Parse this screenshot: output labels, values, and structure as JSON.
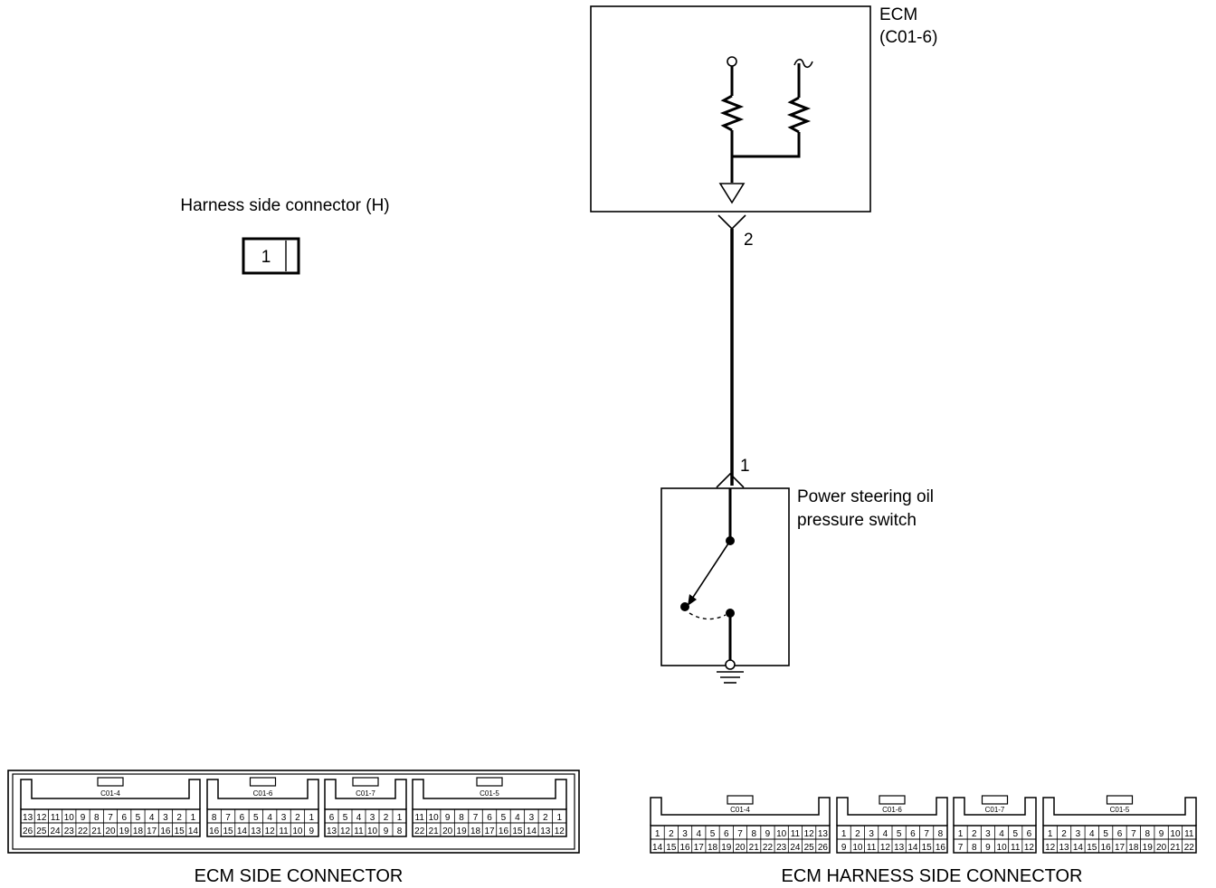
{
  "ecm": {
    "title": "ECM",
    "connector": "(C01-6)",
    "pin": "2"
  },
  "switch": {
    "label_line1": "Power steering oil",
    "label_line2": "pressure switch",
    "pin": "1"
  },
  "harness_connector": {
    "title": "Harness side connector (H)",
    "pin": "1"
  },
  "ecm_side_connector": {
    "caption": "ECM SIDE CONNECTOR",
    "blocks": [
      {
        "name": "C01-4",
        "top": [
          "13",
          "12",
          "11",
          "10",
          "9",
          "8",
          "7",
          "6",
          "5",
          "4",
          "3",
          "2",
          "1"
        ],
        "bottom": [
          "26",
          "25",
          "24",
          "23",
          "22",
          "21",
          "20",
          "19",
          "18",
          "17",
          "16",
          "15",
          "14"
        ]
      },
      {
        "name": "C01-6",
        "top": [
          "8",
          "7",
          "6",
          "5",
          "4",
          "3",
          "2",
          "1"
        ],
        "bottom": [
          "16",
          "15",
          "14",
          "13",
          "12",
          "11",
          "10",
          "9"
        ]
      },
      {
        "name": "C01-7",
        "top": [
          "6",
          "5",
          "4",
          "3",
          "2",
          "1"
        ],
        "bottom": [
          "13",
          "12",
          "11",
          "10",
          "9",
          "8"
        ]
      },
      {
        "name": "C01-5",
        "top": [
          "11",
          "10",
          "9",
          "8",
          "7",
          "6",
          "5",
          "4",
          "3",
          "2",
          "1"
        ],
        "bottom": [
          "22",
          "21",
          "20",
          "19",
          "18",
          "17",
          "16",
          "15",
          "14",
          "13",
          "12"
        ]
      }
    ]
  },
  "ecm_harness_side_connector": {
    "caption": "ECM HARNESS SIDE CONNECTOR",
    "blocks": [
      {
        "name": "C01-4",
        "top": [
          "1",
          "2",
          "3",
          "4",
          "5",
          "6",
          "7",
          "8",
          "9",
          "10",
          "11",
          "12",
          "13"
        ],
        "bottom": [
          "14",
          "15",
          "16",
          "17",
          "18",
          "19",
          "20",
          "21",
          "22",
          "23",
          "24",
          "25",
          "26"
        ]
      },
      {
        "name": "C01-6",
        "top": [
          "1",
          "2",
          "3",
          "4",
          "5",
          "6",
          "7",
          "8"
        ],
        "bottom": [
          "9",
          "10",
          "11",
          "12",
          "13",
          "14",
          "15",
          "16"
        ]
      },
      {
        "name": "C01-7",
        "top": [
          "1",
          "2",
          "3",
          "4",
          "5",
          "6"
        ],
        "bottom": [
          "7",
          "8",
          "9",
          "10",
          "11",
          "12"
        ]
      },
      {
        "name": "C01-5",
        "top": [
          "1",
          "2",
          "3",
          "4",
          "5",
          "6",
          "7",
          "8",
          "9",
          "10",
          "11"
        ],
        "bottom": [
          "12",
          "13",
          "14",
          "15",
          "16",
          "17",
          "18",
          "19",
          "20",
          "21",
          "22"
        ]
      }
    ]
  }
}
